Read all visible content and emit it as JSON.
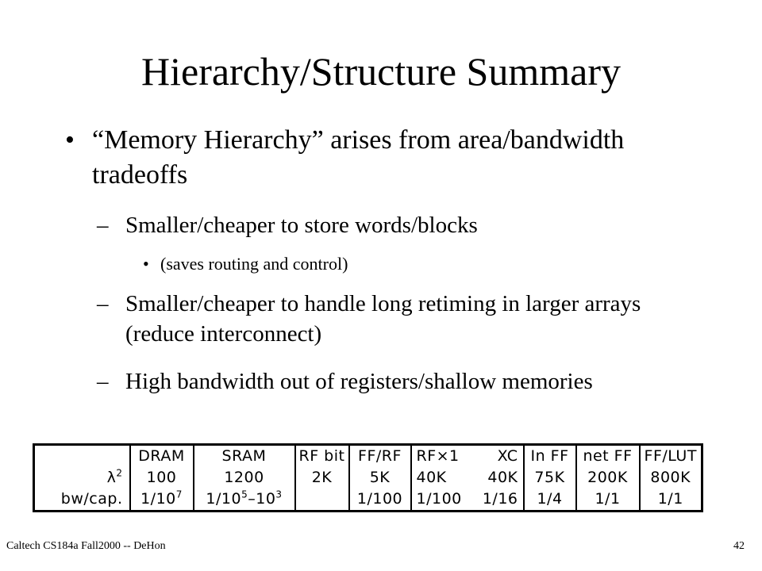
{
  "slide": {
    "title": "Hierarchy/Structure Summary"
  },
  "bullets": [
    {
      "level": 1,
      "marker": "•",
      "text": "“Memory Hierarchy” arises from area/bandwidth tradeoffs"
    },
    {
      "level": 2,
      "marker": "–",
      "text": "Smaller/cheaper to store words/blocks"
    },
    {
      "level": 3,
      "marker": "•",
      "text": "(saves routing and control)"
    },
    {
      "level": 2,
      "marker": "–",
      "text": "Smaller/cheaper to handle long retiming in larger arrays (reduce interconnect)"
    },
    {
      "level": 2,
      "marker": "–",
      "text": "High bandwidth out of registers/shallow memories"
    }
  ],
  "table": {
    "row_labels": {
      "lambda_base": "λ",
      "lambda_exp": "2",
      "bw": "bw/cap."
    },
    "columns": [
      {
        "name": "DRAM",
        "area": "100",
        "bw_base": "1/10",
        "bw_exp": "7"
      },
      {
        "name": "SRAM",
        "area": "1200",
        "bw_base": "1/10",
        "bw_exp": "5",
        "bw_mid": "–10",
        "bw_exp2": "3"
      },
      {
        "name": "RF bit",
        "area": "2K",
        "bw": ""
      },
      {
        "name": "FF/RF",
        "area": "5K",
        "bw": "1/100"
      },
      {
        "name": "RF×1",
        "name2": "XC",
        "area": "40K",
        "area2": "40K",
        "bw": "1/100",
        "bw2": "1/16"
      },
      {
        "name": "In FF",
        "area": "75K",
        "bw": "1/4"
      },
      {
        "name": "net FF",
        "area": "200K",
        "bw": "1/1"
      },
      {
        "name": "FF/LUT",
        "area": "800K",
        "bw": "1/1"
      }
    ]
  },
  "footer": {
    "course": "Caltech CS184a Fall2000 -- DeHon",
    "page_number": "42"
  }
}
